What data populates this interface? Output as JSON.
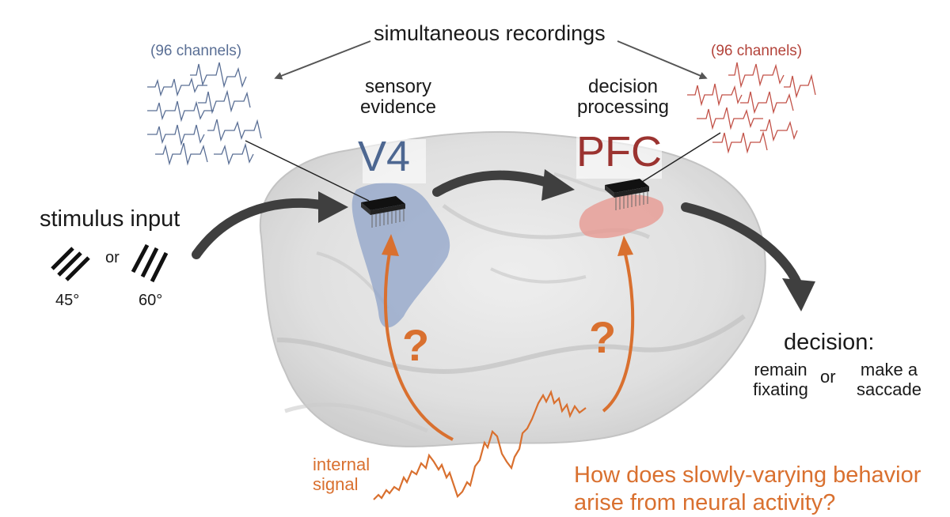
{
  "header": {
    "recordings": "simultaneous recordings"
  },
  "channels": {
    "left": "(96 channels)",
    "right": "(96 channels)"
  },
  "areas": {
    "sensory_label": [
      "sensory",
      "evidence"
    ],
    "decision_label": [
      "decision",
      "processing"
    ],
    "v4": "V4",
    "pfc": "PFC"
  },
  "stimulus": {
    "title": "stimulus input",
    "or": "or",
    "angle1": "45°",
    "angle2": "60°"
  },
  "decision": {
    "title": "decision:",
    "option1": [
      "remain",
      "fixating"
    ],
    "or": "or",
    "option2": [
      "make a",
      "saccade"
    ]
  },
  "internal": {
    "label": [
      "internal",
      "signal"
    ],
    "question_mark": "?"
  },
  "question": [
    "How does slowly-varying behavior",
    "arise from neural activity?"
  ],
  "colors": {
    "v4_blue": "#4d6791",
    "pfc_red": "#9b3330",
    "orange": "#d9702f",
    "arrow_gray": "#3f3f3f",
    "brain_gray": "#d9d9d9"
  },
  "icons": [
    "microelectrode-array-icon",
    "grating-45-icon",
    "grating-60-icon",
    "arrow-icon"
  ]
}
